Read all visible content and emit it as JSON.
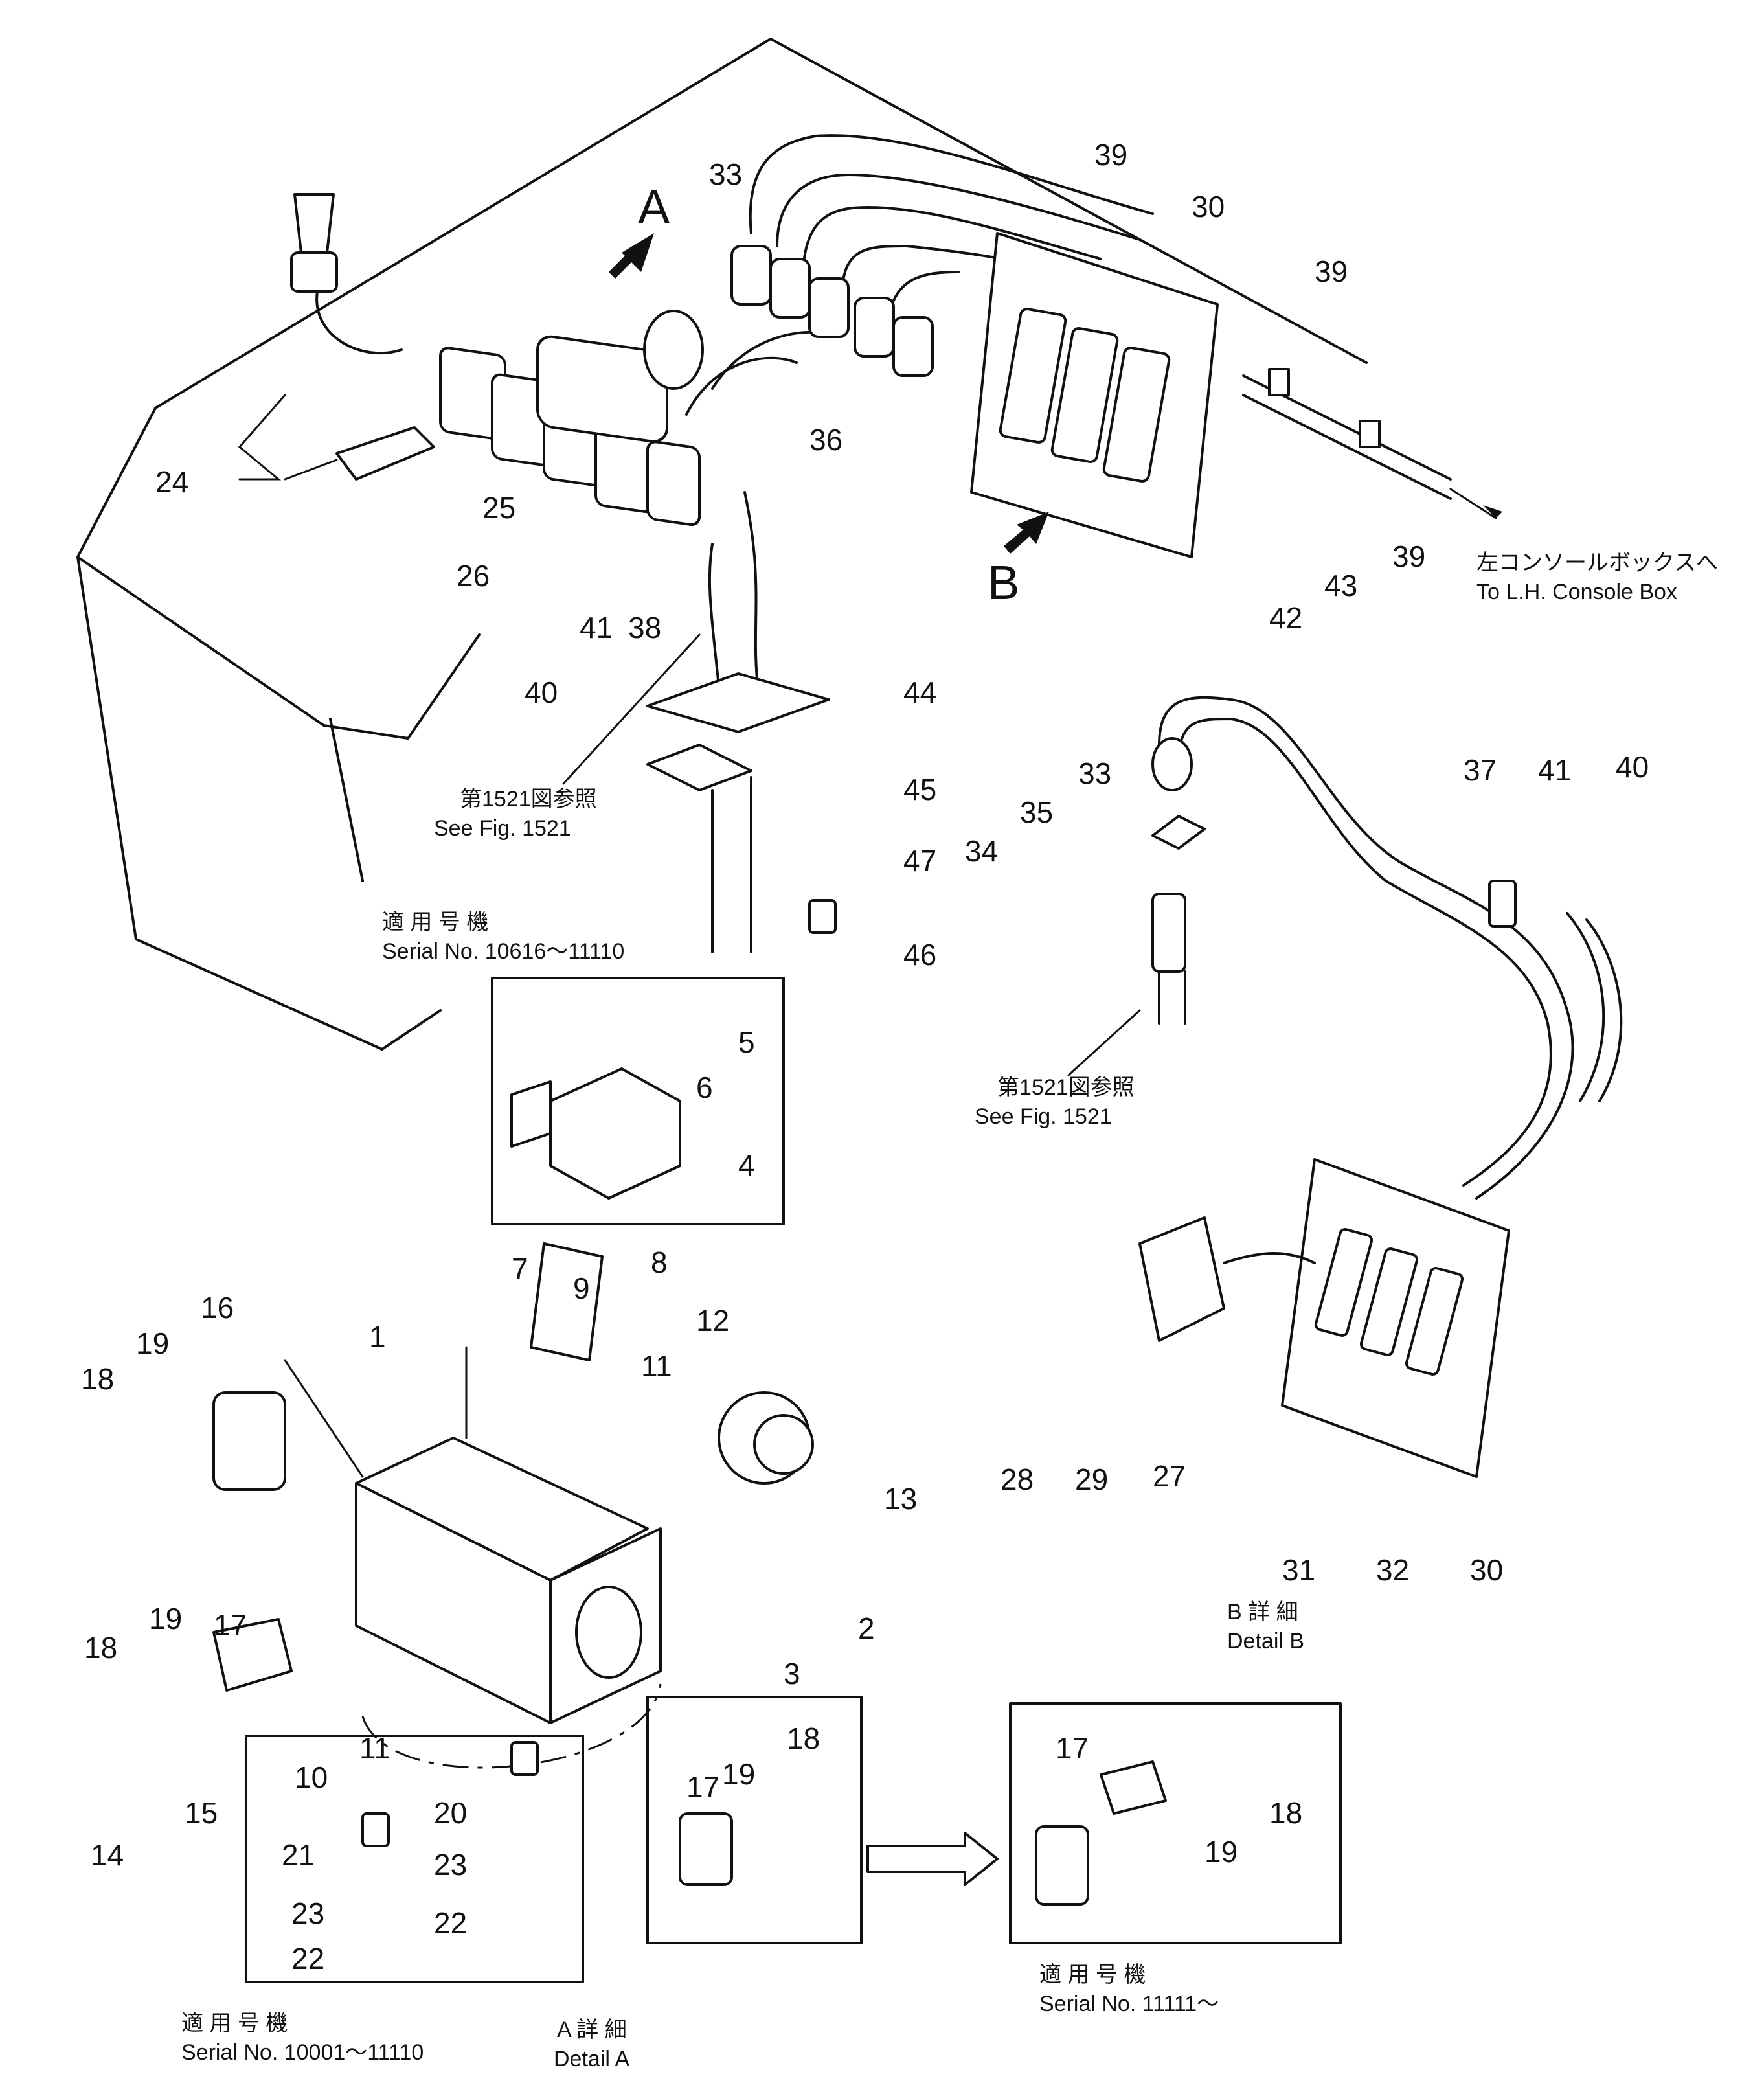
{
  "view_labels": {
    "a": "A",
    "b": "B"
  },
  "callouts": {
    "c33a": "33",
    "c39a": "39",
    "c30a": "30",
    "c39b": "39",
    "c24": "24",
    "c25": "25",
    "c26": "26",
    "c36": "36",
    "c42": "42",
    "c43": "43",
    "c39c": "39",
    "c40a": "40",
    "c41a": "41",
    "c38": "38",
    "c44": "44",
    "c45": "45",
    "c47": "47",
    "c46": "46",
    "c33b": "33",
    "c35": "35",
    "c34": "34",
    "c37": "37",
    "c41b": "41",
    "c40b": "40",
    "c5": "5",
    "c6": "6",
    "c4": "4",
    "c7": "7",
    "c8": "8",
    "c9": "9",
    "c12": "12",
    "c11a": "11",
    "c13": "13",
    "c1": "1",
    "c16": "16",
    "c19a": "19",
    "c18a": "18",
    "c2": "2",
    "c3": "3",
    "c17a": "17",
    "c19b": "19",
    "c18b": "18",
    "c10": "10",
    "c11b": "11",
    "c15": "15",
    "c14": "14",
    "c20": "20",
    "c23a": "23",
    "c21": "21",
    "c22a": "22",
    "c23b": "23",
    "c22b": "22",
    "c17b": "17",
    "c19c": "19",
    "c18c": "18",
    "c17c": "17",
    "c18d": "18",
    "c19d": "19",
    "c28": "28",
    "c29": "29",
    "c27": "27",
    "c31": "31",
    "c32": "32",
    "c30b": "30"
  },
  "notes": {
    "to_console_jp": "左コンソールボックスへ",
    "to_console_en": "To L.H. Console Box",
    "see_fig_jp": "第1521図参照",
    "see_fig_en": "See Fig. 1521",
    "serial_jp_1": "適 用 号 機",
    "serial_en_1": "Serial No. 10616～11110",
    "serial_jp_2": "適 用 号 機",
    "serial_en_2": "Serial No. 10001～11110",
    "detail_a_jp": "A 詳 細",
    "detail_a_en": "Detail A",
    "serial_jp_3": "適 用 号 機",
    "serial_en_3": "Serial No. 11111～",
    "detail_b_jp": "B 詳 細",
    "detail_b_en": "Detail B"
  }
}
